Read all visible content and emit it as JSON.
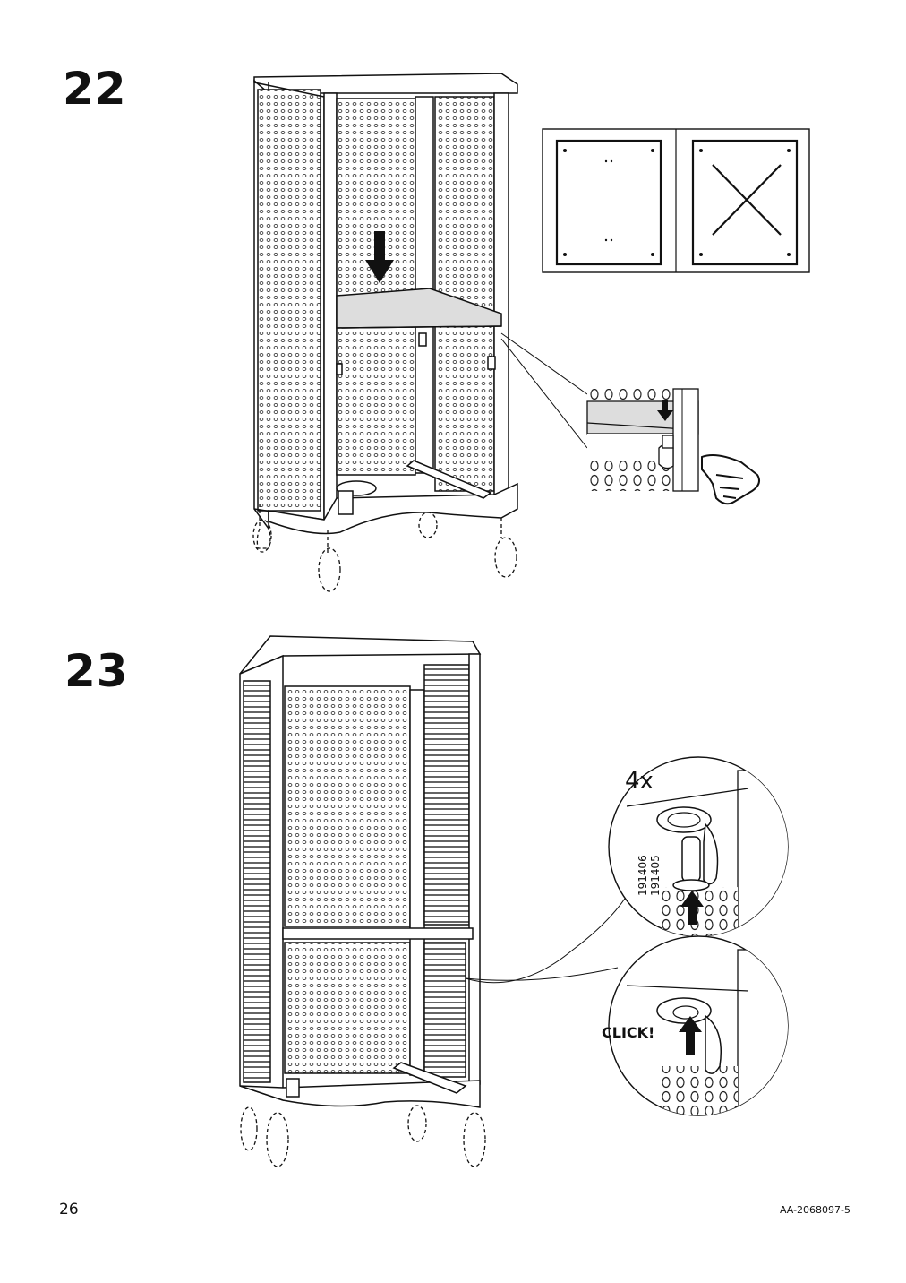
{
  "steps": {
    "first": "22",
    "second": "23"
  },
  "step23": {
    "quantity": "4x",
    "part_numbers": [
      "191406",
      "191405"
    ],
    "click_label": "CLICK!"
  },
  "footer": {
    "page_number": "26",
    "document_code": "AA-2068097-5"
  }
}
